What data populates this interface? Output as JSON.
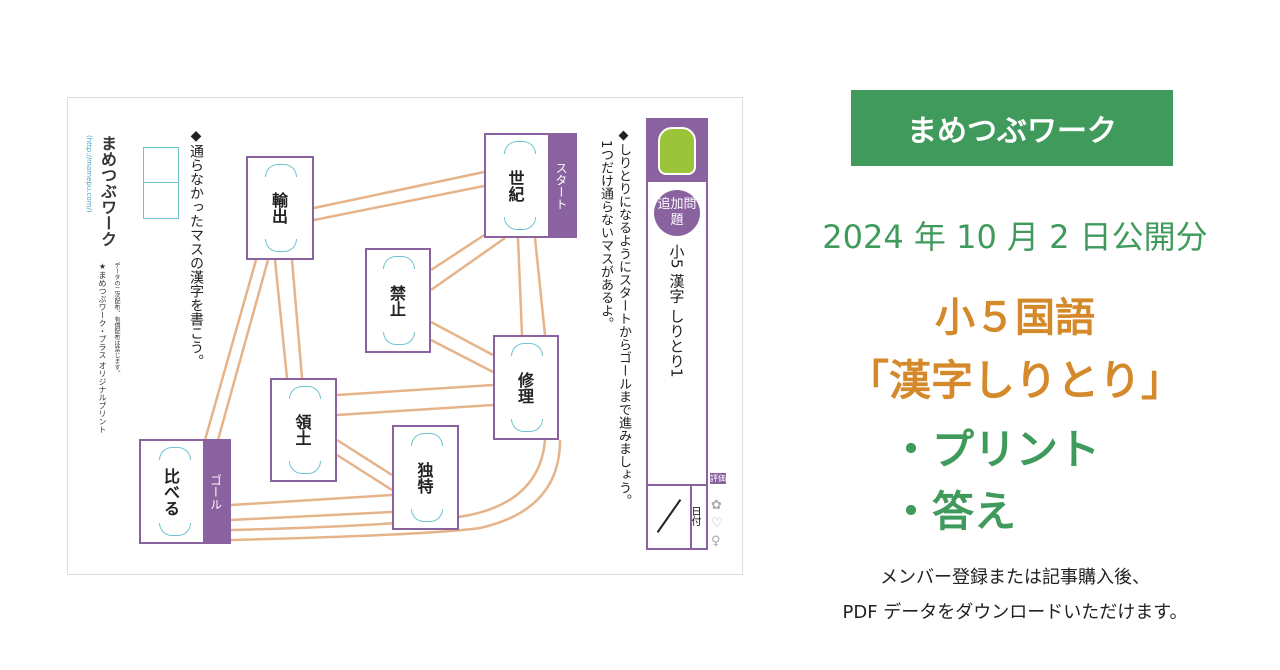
{
  "worksheet": {
    "brand": "まめつぶワーク",
    "url": "(http://mamepu.com/)",
    "note": "データの二次配布、有償配布は禁じます。",
    "plus": "★まめつぶワーク・プラス オリジナルプリント",
    "question2": "◆通らなかったマスの漢字を書こう。",
    "instruction1": "◆しりとりになるようにスタートからゴールまで進みましょう。",
    "instruction2": "1つだけ通らないマスがあるよ。",
    "badge": "追加問題",
    "title": "小5 漢字 しりとり1",
    "date_label": "日付",
    "rating_label": "評価",
    "start": "スタート",
    "goal": "ゴール",
    "words": {
      "seiki": "世紀",
      "yushutsu": "輸出",
      "kinshi": "禁止",
      "shuri": "修理",
      "ryodo": "領土",
      "dokutoku": "独特",
      "kuraberu": "比べる"
    }
  },
  "promo": {
    "brand_button": "まめつぶワーク",
    "date": "2024 年 10 月 2 日公開分",
    "title1": "小５国語",
    "title2": "「漢字しりとり」",
    "item1": "・プリント",
    "item2": "・答え",
    "note1": "メンバー登録または記事購入後、",
    "note2": "PDF データをダウンロードいただけます。"
  },
  "colors": {
    "purple": "#8a62a0",
    "green": "#3f9a5c",
    "orange": "#d4892a",
    "line": "#e6b48a"
  }
}
